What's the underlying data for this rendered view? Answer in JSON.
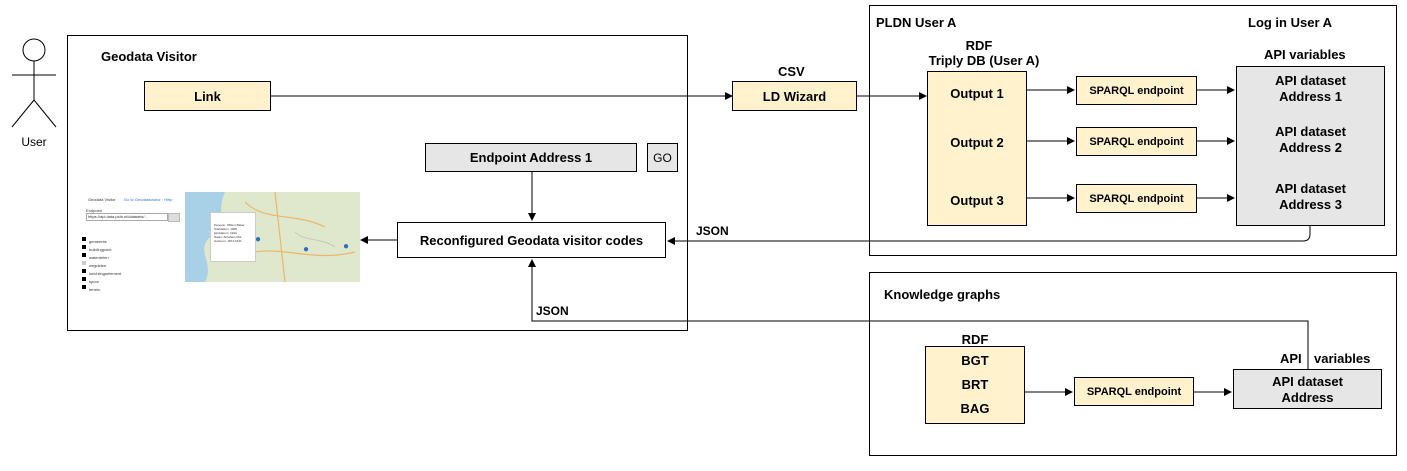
{
  "actor": {
    "label": "User"
  },
  "geodata": {
    "title": "Geodata Visitor",
    "link": "Link",
    "endpoint": "Endpoint Address 1",
    "go": "GO",
    "reconfigured": "Reconfigured   Geodata visitor  codes",
    "json_label": "JSON",
    "screenshot": {
      "app_title": "Geodata Visitor",
      "app_sub": "Go to Geodatavisitor · Help",
      "url_label": "Endpoint",
      "url_value": "https://api.data.pldn.nl/datasets/...",
      "layers": [
        "gemeente",
        "buildingpoint",
        "waterdelen",
        "wegdelen",
        "inrichtingselement",
        "spoor",
        "terrein"
      ],
      "popup_lines": [
        "Persoon: Willem Baker",
        "Startdatum: 1905",
        "Einddatum: 1934",
        "Naam: Abraham Mul",
        "Geboren: 1874-1941"
      ]
    }
  },
  "csv": {
    "label": "CSV",
    "wizard": "LD Wizard"
  },
  "pldn": {
    "title": "PLDN User A",
    "login": "Log in  User A",
    "rdf_line1": "RDF",
    "rdf_line2": "Triply DB (User A)",
    "outputs": [
      "Output 1",
      "Output 2",
      "Output 3"
    ],
    "sparql": [
      "SPARQL endpoint",
      "SPARQL endpoint",
      "SPARQL endpoint"
    ],
    "api_vars": "API variables",
    "api": [
      {
        "l1": "API dataset",
        "l2": "Address 1"
      },
      {
        "l1": "API dataset",
        "l2": "Address 2"
      },
      {
        "l1": "API dataset",
        "l2": "Address 3"
      }
    ],
    "json_label": "JSON"
  },
  "kg": {
    "title": "Knowledge  graphs",
    "rdf": "RDF",
    "datasets": [
      "BGT",
      "BRT",
      "BAG"
    ],
    "sparql": "SPARQL endpoint",
    "api_vars_1": "API",
    "api_vars_2": "variables",
    "api_l1": "API dataset",
    "api_l2": "Address"
  },
  "colors": {
    "yellow": "#fff2cc",
    "grey": "#e6e6e6",
    "line": "#000000"
  }
}
